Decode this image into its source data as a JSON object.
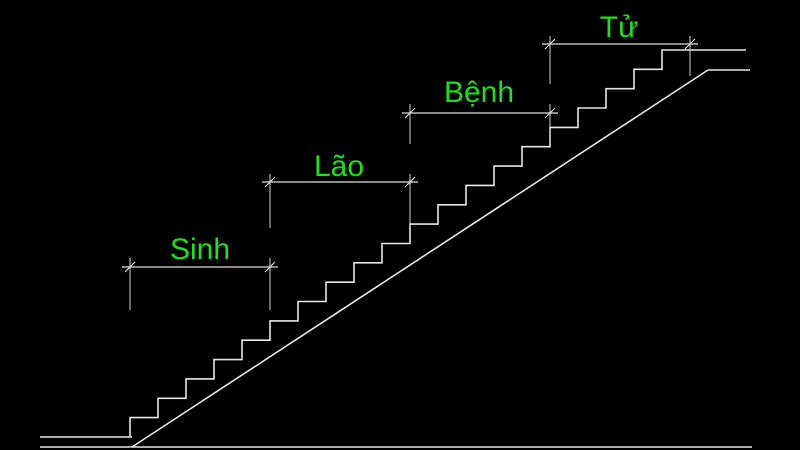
{
  "colors": {
    "background": "#000000",
    "line": "#e6e6e6",
    "label": "#1fe01f"
  },
  "staircase": {
    "step_count": 20
  },
  "dimensions": [
    {
      "label": "Sinh"
    },
    {
      "label": "Lão"
    },
    {
      "label": "Bệnh"
    },
    {
      "label": "Tử"
    }
  ]
}
